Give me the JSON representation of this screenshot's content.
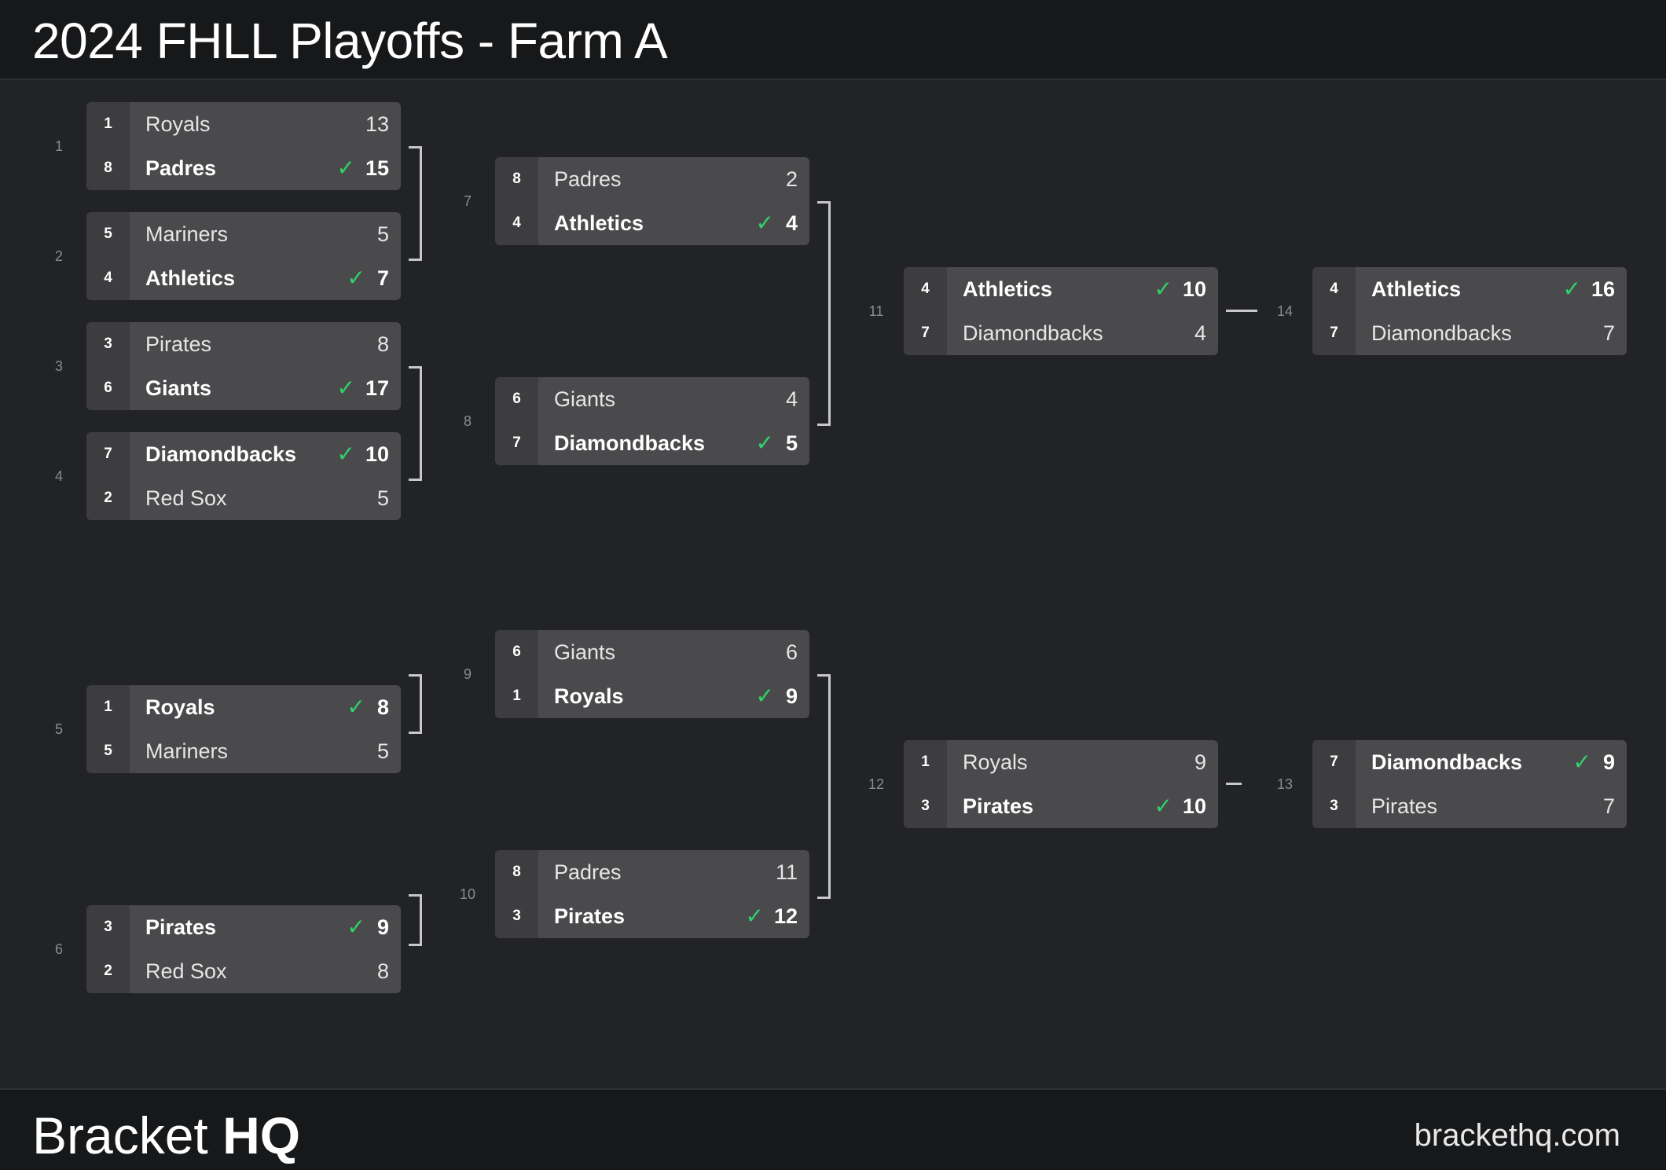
{
  "title": "2024 FHLL Playoffs - Farm A",
  "footer": {
    "brand_light": "Bracket ",
    "brand_bold": "HQ",
    "site": "brackethq.com"
  },
  "colors": {
    "background": "#222326",
    "card": "#4a4a4c",
    "seed": "#3d3d3f",
    "check": "#2fd36b"
  },
  "icons": {
    "winner": "check-icon"
  },
  "matches": [
    {
      "num": "1",
      "teams": [
        {
          "seed": "1",
          "name": "Royals",
          "score": "13",
          "win": false
        },
        {
          "seed": "8",
          "name": "Padres",
          "score": "15",
          "win": true
        }
      ]
    },
    {
      "num": "2",
      "teams": [
        {
          "seed": "5",
          "name": "Mariners",
          "score": "5",
          "win": false
        },
        {
          "seed": "4",
          "name": "Athletics",
          "score": "7",
          "win": true
        }
      ]
    },
    {
      "num": "3",
      "teams": [
        {
          "seed": "3",
          "name": "Pirates",
          "score": "8",
          "win": false
        },
        {
          "seed": "6",
          "name": "Giants",
          "score": "17",
          "win": true
        }
      ]
    },
    {
      "num": "4",
      "teams": [
        {
          "seed": "7",
          "name": "Diamondbacks",
          "score": "10",
          "win": true
        },
        {
          "seed": "2",
          "name": "Red Sox",
          "score": "5",
          "win": false
        }
      ]
    },
    {
      "num": "5",
      "teams": [
        {
          "seed": "1",
          "name": "Royals",
          "score": "8",
          "win": true
        },
        {
          "seed": "5",
          "name": "Mariners",
          "score": "5",
          "win": false
        }
      ]
    },
    {
      "num": "6",
      "teams": [
        {
          "seed": "3",
          "name": "Pirates",
          "score": "9",
          "win": true
        },
        {
          "seed": "2",
          "name": "Red Sox",
          "score": "8",
          "win": false
        }
      ]
    },
    {
      "num": "7",
      "teams": [
        {
          "seed": "8",
          "name": "Padres",
          "score": "2",
          "win": false
        },
        {
          "seed": "4",
          "name": "Athletics",
          "score": "4",
          "win": true
        }
      ]
    },
    {
      "num": "8",
      "teams": [
        {
          "seed": "6",
          "name": "Giants",
          "score": "4",
          "win": false
        },
        {
          "seed": "7",
          "name": "Diamondbacks",
          "score": "5",
          "win": true
        }
      ]
    },
    {
      "num": "9",
      "teams": [
        {
          "seed": "6",
          "name": "Giants",
          "score": "6",
          "win": false
        },
        {
          "seed": "1",
          "name": "Royals",
          "score": "9",
          "win": true
        }
      ]
    },
    {
      "num": "10",
      "teams": [
        {
          "seed": "8",
          "name": "Padres",
          "score": "11",
          "win": false
        },
        {
          "seed": "3",
          "name": "Pirates",
          "score": "12",
          "win": true
        }
      ]
    },
    {
      "num": "11",
      "teams": [
        {
          "seed": "4",
          "name": "Athletics",
          "score": "10",
          "win": true
        },
        {
          "seed": "7",
          "name": "Diamondbacks",
          "score": "4",
          "win": false
        }
      ]
    },
    {
      "num": "12",
      "teams": [
        {
          "seed": "1",
          "name": "Royals",
          "score": "9",
          "win": false
        },
        {
          "seed": "3",
          "name": "Pirates",
          "score": "10",
          "win": true
        }
      ]
    },
    {
      "num": "14",
      "teams": [
        {
          "seed": "4",
          "name": "Athletics",
          "score": "16",
          "win": true
        },
        {
          "seed": "7",
          "name": "Diamondbacks",
          "score": "7",
          "win": false
        }
      ]
    },
    {
      "num": "13",
      "teams": [
        {
          "seed": "7",
          "name": "Diamondbacks",
          "score": "9",
          "win": true
        },
        {
          "seed": "3",
          "name": "Pirates",
          "score": "7",
          "win": false
        }
      ]
    }
  ]
}
